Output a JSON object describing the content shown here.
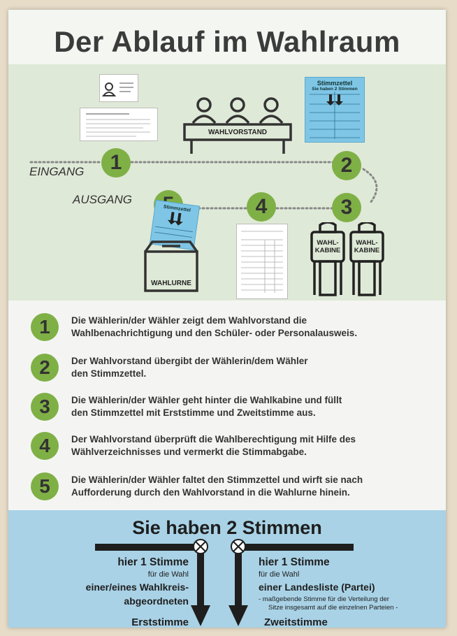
{
  "title": "Der Ablauf im Wahlraum",
  "scene": {
    "eingang": "EINGANG",
    "ausgang": "AUSGANG",
    "wahlvorstand": "WAHLVORSTAND",
    "wahlurne": "WAHLURNE",
    "kabine_line1": "WAHL-",
    "kabine_line2": "KABINE",
    "ballot_title": "Stimmzettel",
    "ballot_sub": "Sie haben 2 Stimmen",
    "circles": [
      "1",
      "2",
      "3",
      "4",
      "5"
    ]
  },
  "steps": [
    {
      "num": "1",
      "line1": "Die Wählerin/der Wähler zeigt dem Wahlvorstand die",
      "line2": "Wahlbenachrichtigung und den Schüler- oder Personalausweis."
    },
    {
      "num": "2",
      "line1": "Der Wahlvorstand übergibt der Wählerin/dem Wähler",
      "line2": "den Stimmzettel."
    },
    {
      "num": "3",
      "line1": "Die Wählerin/der Wähler geht hinter die Wahlkabine und füllt",
      "line2": "den Stimmzettel mit Erststimme und Zweitstimme aus."
    },
    {
      "num": "4",
      "line1": "Der Wahlvorstand überprüft die Wahlberechtigung mit Hilfe des",
      "line2": "Wählverzeichnisses und vermerkt die Stimmabgabe."
    },
    {
      "num": "5",
      "line1": "Die Wählerin/der Wähler faltet den Stimmzettel und wirft sie nach",
      "line2": "Aufforderung durch den Wahlvorstand in die Wahlurne hinein."
    }
  ],
  "bottom": {
    "title": "Sie haben 2 Stimmen",
    "left": {
      "head": "hier 1 Stimme",
      "sub": "für die Wahl",
      "line1": "einer/eines Wahlkreis-",
      "line2": "abgeordneten",
      "label": "Erststimme"
    },
    "right": {
      "head": "hier 1 Stimme",
      "sub": "für die Wahl",
      "line1": "einer Landesliste (Partei)",
      "note1": "- maßgebende Stimme für die Verteilung der",
      "note2": "Sitze insgesamt auf die einzelnen Parteien -",
      "label": "Zweitstimme"
    }
  }
}
